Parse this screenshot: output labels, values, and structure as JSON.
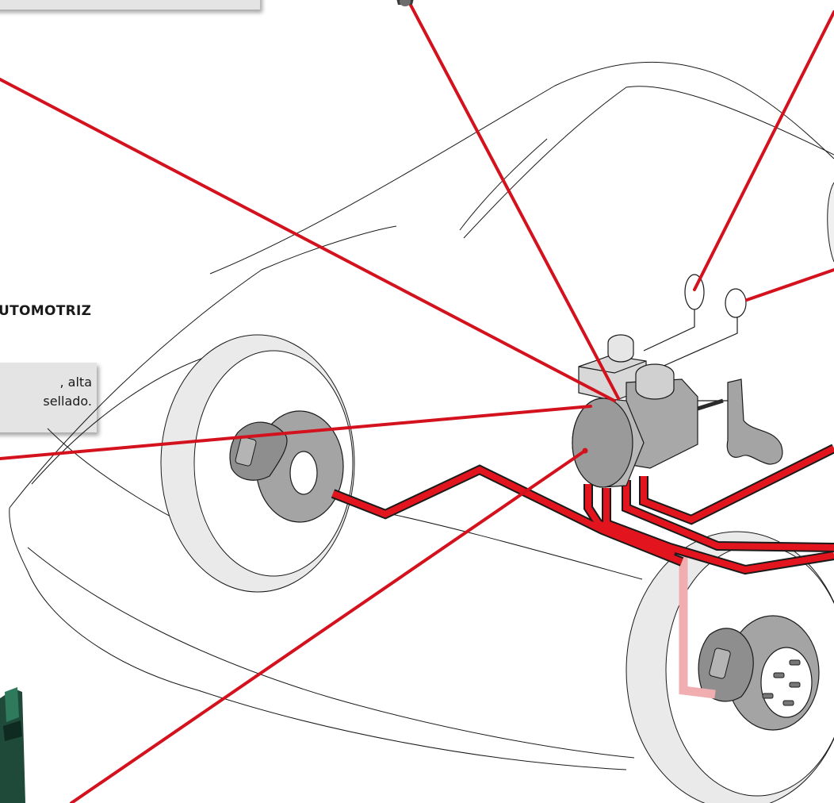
{
  "heading": "UTOMOTRIZ",
  "fluid_callout": {
    "line1": ", alta",
    "line2": "sellado."
  },
  "colors": {
    "callout_line": "#d4121e",
    "brake_line": "#e2151f",
    "outline": "#1a1a1a",
    "part_grey": "#a4a4a4",
    "tire_grey": "#eaeaea",
    "callout_box": "#e4e4e4"
  }
}
